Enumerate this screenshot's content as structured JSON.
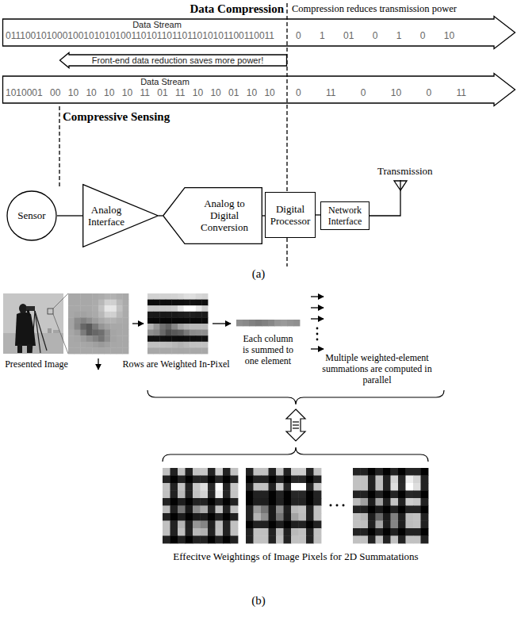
{
  "diagram": {
    "nodes": [
      {
        "text": [
          "Data Stream",
          "0111001010001001010101001101011011011010101100110011",
          "0 1 01 0 1 0 10"
        ]
      },
      {
        "text": [
          "Front-end data reduction saves more power!"
        ]
      },
      {
        "text": [
          "Data Stream",
          "1010001 00 10 10 10 10 11 01 11 10 10 01 10 10",
          "0 11 0 10 0 11"
        ]
      },
      {
        "text": [
          "Sensor"
        ]
      },
      {
        "text": [
          "Analog Interface"
        ]
      },
      {
        "text": [
          "Analog to Digital Conversion"
        ]
      },
      {
        "text": [
          "Digital Processor"
        ]
      },
      {
        "text": [
          "Network Interface"
        ]
      }
    ],
    "edges": [
      {
        "from": 3,
        "to": 4,
        "arrow": "none"
      },
      {
        "from": 4,
        "to": 5,
        "arrow": "none"
      },
      {
        "from": 5,
        "to": 6,
        "arrow": "none"
      },
      {
        "from": 6,
        "to": 7,
        "arrow": "none"
      }
    ],
    "labels": [
      "Data Compression",
      "Compression reduces transmission power",
      "Compressive Sensing",
      "Transmission",
      "(a)",
      "Presented Image",
      "Rows are Weighted In-Pixel",
      "Each column is summed to one element",
      "Multiple weighted-element summations are computed in parallel",
      "Effecitve Weightings of Image Pixels for 2D Summatations",
      "(b)"
    ]
  }
}
